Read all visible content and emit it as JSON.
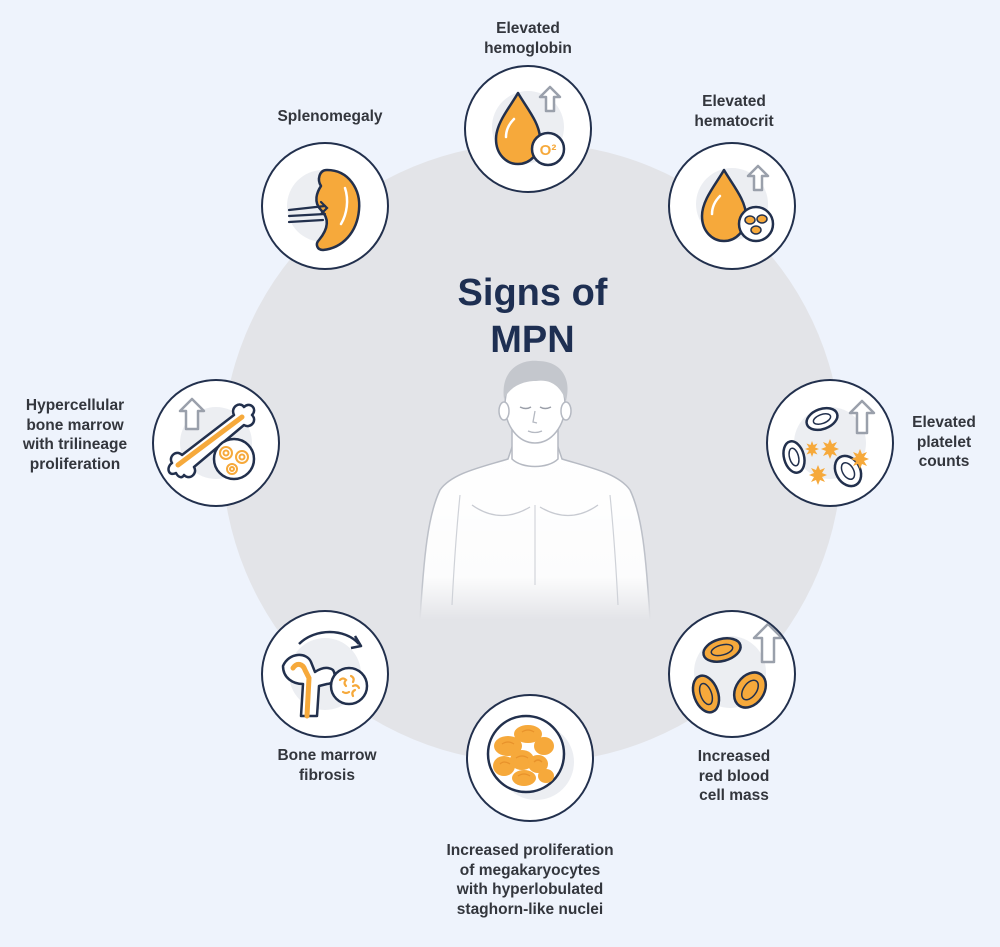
{
  "title": {
    "line1": "Signs of",
    "line2": "MPN"
  },
  "signs": {
    "hemoglobin": {
      "lines": [
        "Elevated",
        "hemoglobin"
      ],
      "icon": "blood-drop-oxygen-icon",
      "badge": "O²"
    },
    "hematocrit": {
      "lines": [
        "Elevated",
        "hematocrit"
      ],
      "icon": "blood-drop-cells-icon"
    },
    "platelets": {
      "lines": [
        "Elevated",
        "platelet",
        "counts"
      ],
      "icon": "platelets-icon"
    },
    "red_cell_mass": {
      "lines": [
        "Increased",
        "red blood",
        "cell mass"
      ],
      "icon": "red-blood-cells-icon"
    },
    "megakaryocytes": {
      "lines": [
        "Increased proliferation",
        "of megakaryocytes",
        "with hyperlobulated",
        "staghorn-like nuclei"
      ],
      "icon": "megakaryocyte-icon"
    },
    "fibrosis": {
      "lines": [
        "Bone marrow",
        "fibrosis"
      ],
      "icon": "bone-fibrosis-icon"
    },
    "hypercellular": {
      "lines": [
        "Hypercellular",
        "bone marrow",
        "with trilineage",
        "proliferation"
      ],
      "icon": "bone-marrow-icon"
    },
    "splenomegaly": {
      "lines": [
        "Splenomegaly"
      ],
      "icon": "spleen-icon"
    }
  },
  "colors": {
    "accent": "#f6a93b",
    "outline": "#22304d",
    "title": "#1e2f52",
    "background": "#eef3fc",
    "body_circle": "#e3e4e8",
    "arrow": "#9aa0ab"
  }
}
